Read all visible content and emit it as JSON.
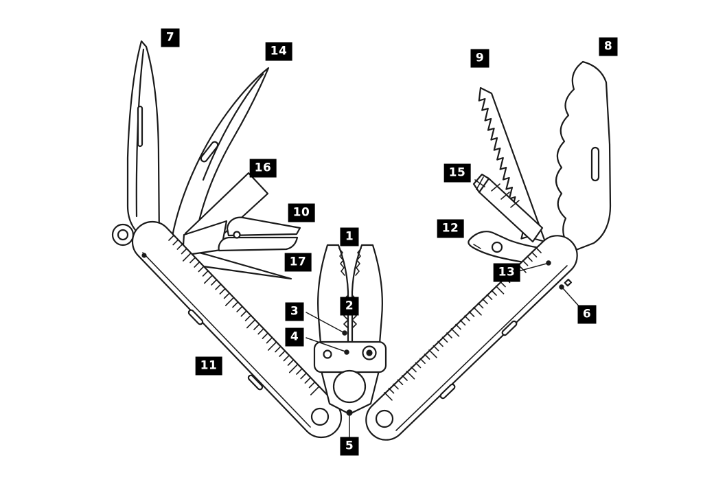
{
  "diagram": {
    "subject": "multi-tool numbered parts diagram",
    "background_color": "#ffffff",
    "line_color": "#1a1a1a",
    "label_background": "#000000",
    "label_text_color": "#ffffff"
  },
  "labels": {
    "l1": "1",
    "l2": "2",
    "l3": "3",
    "l4": "4",
    "l5": "5",
    "l6": "6",
    "l7": "7",
    "l8": "8",
    "l9": "9",
    "l10": "10",
    "l11": "11",
    "l12": "12",
    "l13": "13",
    "l14": "14",
    "l15": "15",
    "l16": "16",
    "l17": "17"
  }
}
